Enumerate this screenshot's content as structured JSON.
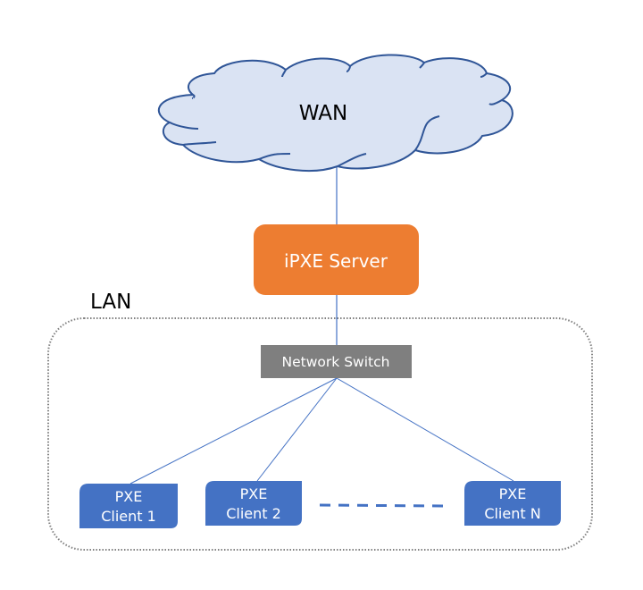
{
  "diagram": {
    "colors": {
      "cloud_fill": "#dae3f3",
      "cloud_stroke": "#2f5597",
      "connector": "#4472c4",
      "server_fill": "#ed7d31",
      "switch_fill": "#7f7f7f",
      "client_fill": "#4472c4",
      "lan_border": "#7f7f7f",
      "label_dark": "#000000",
      "label_light": "#ffffff"
    },
    "wan": {
      "label": "WAN"
    },
    "server": {
      "label": "iPXE Server"
    },
    "lan": {
      "label": "LAN"
    },
    "switch": {
      "label": "Network Switch"
    },
    "clients": [
      {
        "line1": "PXE",
        "line2": "Client 1"
      },
      {
        "line1": "PXE",
        "line2": "Client 2"
      },
      {
        "line1": "PXE",
        "line2": "Client N"
      }
    ],
    "ellipsis": "more clients (dashed)"
  }
}
